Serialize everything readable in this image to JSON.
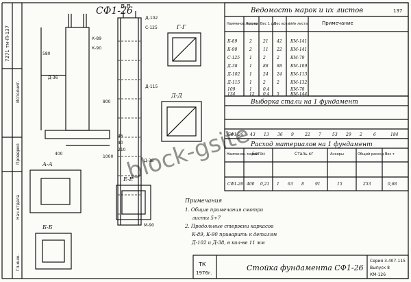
{
  "drawing": {
    "title": "СФ1-26",
    "page_number": "137",
    "footer_title": "Стойка фундамента СФ1-26",
    "series": "Серия 3.407-115",
    "series_issue": "Выпуск 8",
    "sheet_code": "КМ-126",
    "stamp_tk": "ТК",
    "stamp_year": "1976г.",
    "watermark": "block-gsite"
  },
  "views": {
    "section_vv": "В-В",
    "section_gg": "Г-Г",
    "section_dd": "Д-Д",
    "section_ee": "Е-Е",
    "section_aa": "А-А",
    "section_bb": "Б-Б"
  },
  "labels": {
    "k89": "К-89",
    "k90": "К-90",
    "c125": "С-125",
    "d102": "Д-102",
    "d115": "Д-115",
    "d38": "Д-38",
    "d36": "Д-36",
    "m90": "М-90",
    "d400": "400",
    "d580": "580",
    "d800": "800",
    "d1000": "1000",
    "d210": "210",
    "d40": "40",
    "d45": "45"
  },
  "left_strip": {
    "sheet_label": "7271 тм-П-137",
    "col1": "Исполнит.",
    "col2": "Проверил",
    "col3": "Нач.отдела",
    "col4": "Гл.инж."
  },
  "vedomost": {
    "title": "Ведомость марок и их листов",
    "headers": [
      "Наименов. марки",
      "Кол-во",
      "Вес 1 шт",
      "Вес всех",
      "№№ листа",
      "Примечание"
    ],
    "rows": [
      [
        "К-89",
        "2",
        "21",
        "42",
        "КМ-141",
        ""
      ],
      [
        "К-90",
        "2",
        "11",
        "22",
        "КМ-141",
        ""
      ],
      [
        "С-125",
        "1",
        "2",
        "2",
        "КМ-79",
        ""
      ],
      [
        "Д-38",
        "1",
        "88",
        "88",
        "КМ-109",
        ""
      ],
      [
        "Д-102",
        "1",
        "24",
        "24",
        "КМ-113",
        ""
      ],
      [
        "Д-115",
        "1",
        "2",
        "2",
        "КМ-132",
        ""
      ],
      [
        "109",
        "1",
        "0,4",
        "",
        "КМ-78",
        ""
      ],
      [
        "134",
        "12",
        "0,4",
        "5",
        "КМ-144",
        ""
      ]
    ]
  },
  "vyborka": {
    "title": "Выборка стали на 1 фундамент",
    "row_label": "СФ1-26",
    "values": [
      "43",
      "13",
      "36",
      "9",
      "22",
      "7",
      "53",
      "29",
      "2",
      "6",
      "184"
    ]
  },
  "rashod": {
    "title": "Расход материалов на 1 фундамент",
    "headers": [
      "Наименов. марки",
      "Бетон",
      "Сталь кг",
      "Анкеры",
      "Общий расход",
      "Вес т"
    ],
    "row": [
      "СФ1-26",
      "400",
      "0,21",
      "1",
      "63",
      "8",
      "91",
      "15",
      "253",
      "0,68"
    ]
  },
  "notes": {
    "title": "Примечания",
    "line1": "1. Общие примечания смотри",
    "line2": "листы 5÷7",
    "line3": "2. Продольные стержни каркасов",
    "line4": "К-89, К-90 приварить к деталям",
    "line5": "Д-102 и Д-38, в кол-ве 11 мм"
  }
}
